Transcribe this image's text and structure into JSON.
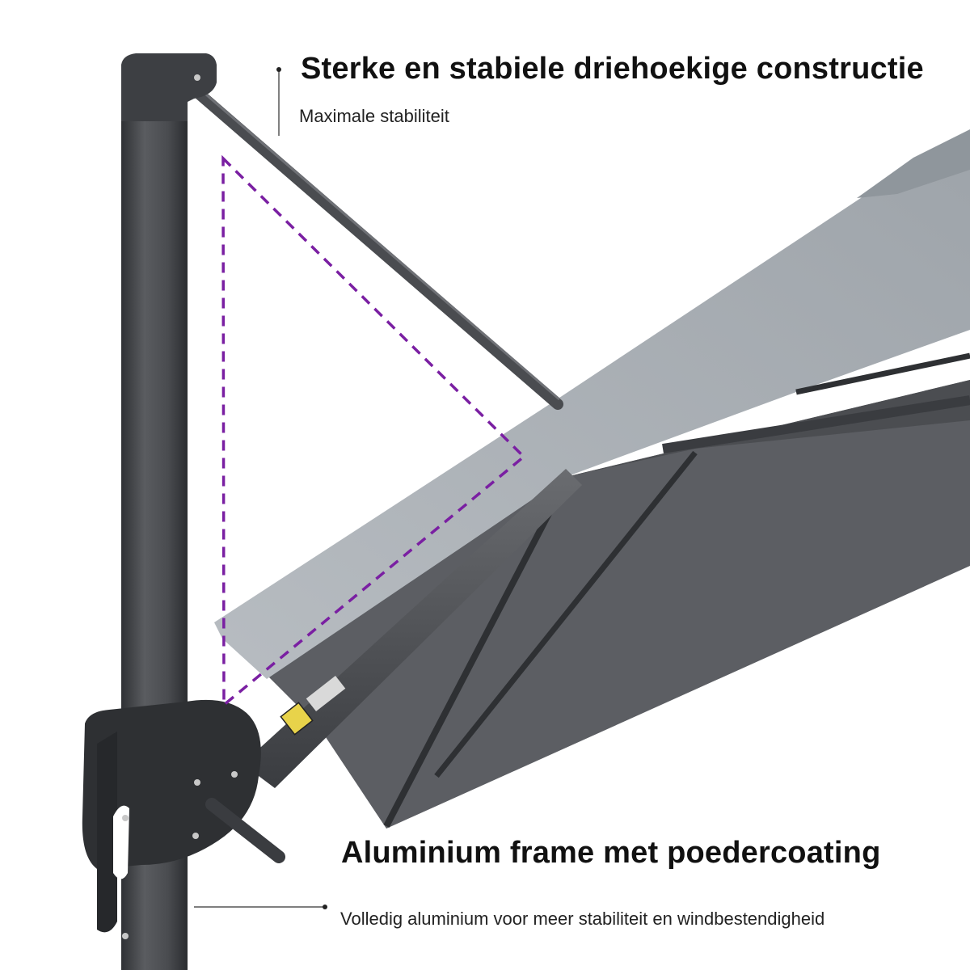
{
  "callouts": {
    "top": {
      "title": "Sterke en stabiele driehoekige constructie",
      "subtitle": "Maximale stabiliteit"
    },
    "bottom": {
      "title": "Aluminium frame met poedercoating",
      "subtitle": "Volledig aluminium voor meer stabiliteit en windbestendigheid"
    }
  },
  "colors": {
    "background": "#ffffff",
    "pole": "#4a4c50",
    "canopy_top": "#a7adb3",
    "canopy_under": "#5f6166",
    "triangle_outline": "#7a1fa2",
    "text": "#111111"
  }
}
